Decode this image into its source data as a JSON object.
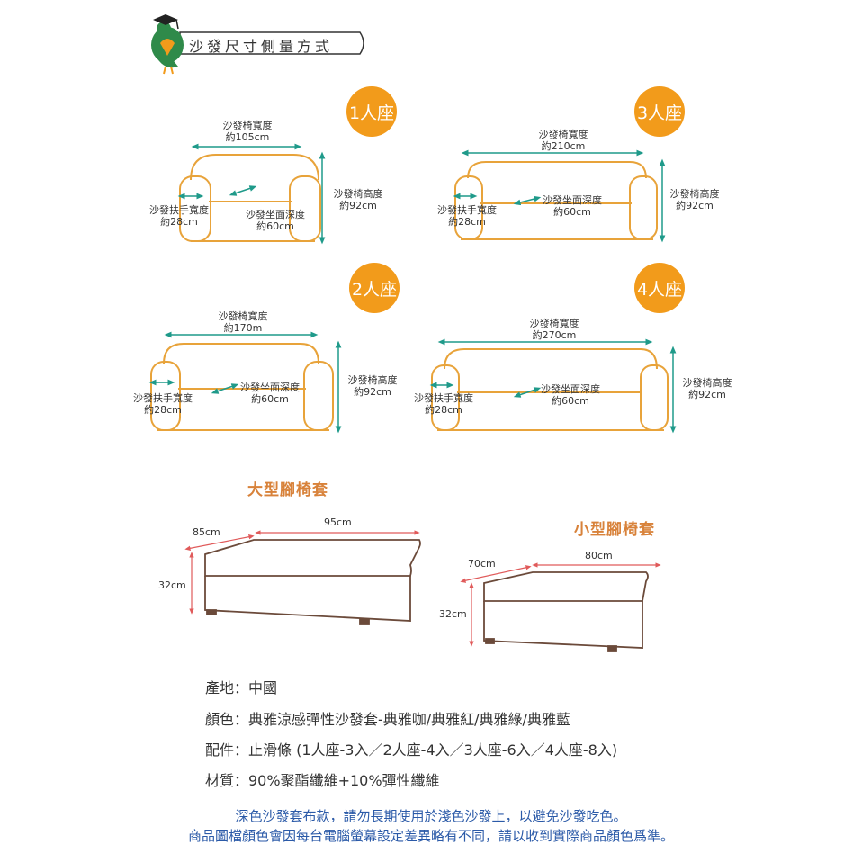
{
  "header": {
    "title": "沙發尺寸側量方式",
    "mascot_icon": "graduate-bird-icon"
  },
  "colors": {
    "accent": "#f29b1b",
    "sofa_outline": "#e8a33a",
    "arrow": "#1f9a8a",
    "ottoman_outline": "#6b4a3a",
    "dim_line": "#e05a5a",
    "note_text": "#2b5aa8",
    "section_title": "#d8823a"
  },
  "sofas": [
    {
      "badge": "1人座",
      "width_label": "沙發椅寬度",
      "width_value": "約105cm",
      "height_label": "沙發椅高度",
      "height_value": "約92cm",
      "arm_label": "沙發扶手寬度",
      "arm_value": "約28cm",
      "depth_label": "沙發坐面深度",
      "depth_value": "約60cm"
    },
    {
      "badge": "3人座",
      "width_label": "沙發椅寬度",
      "width_value": "約210cm",
      "height_label": "沙發椅高度",
      "height_value": "約92cm",
      "arm_label": "沙發扶手寬度",
      "arm_value": "約28cm",
      "depth_label": "沙發坐面深度",
      "depth_value": "約60cm"
    },
    {
      "badge": "2人座",
      "width_label": "沙發椅寬度",
      "width_value": "約170m",
      "height_label": "沙發椅高度",
      "height_value": "約92cm",
      "arm_label": "沙發扶手寬度",
      "arm_value": "約28cm",
      "depth_label": "沙發坐面深度",
      "depth_value": "約60cm"
    },
    {
      "badge": "4人座",
      "width_label": "沙發椅寬度",
      "width_value": "約270cm",
      "height_label": "沙發椅高度",
      "height_value": "約92cm",
      "arm_label": "沙發扶手寬度",
      "arm_value": "約28cm",
      "depth_label": "沙發坐面深度",
      "depth_value": "約60cm"
    }
  ],
  "ottomans": {
    "large": {
      "title": "大型腳椅套",
      "depth": "85cm",
      "width": "95cm",
      "height": "32cm"
    },
    "small": {
      "title": "小型腳椅套",
      "depth": "70cm",
      "width": "80cm",
      "height": "32cm"
    }
  },
  "specs": [
    "產地：中國",
    "顏色：典雅涼感彈性沙發套-典雅咖/典雅紅/典雅綠/典雅藍",
    "配件：止滑條 (1人座-3入／2人座-4入／3人座-6入／4人座-8入)",
    "材質：90%聚酯纖維+10%彈性纖維"
  ],
  "notes": [
    "深色沙發套布款，請勿長期使用於淺色沙發上，以避免沙發吃色。",
    "商品圖檔顏色會因每台電腦螢幕設定差異略有不同，請以收到實際商品顏色爲準。"
  ]
}
